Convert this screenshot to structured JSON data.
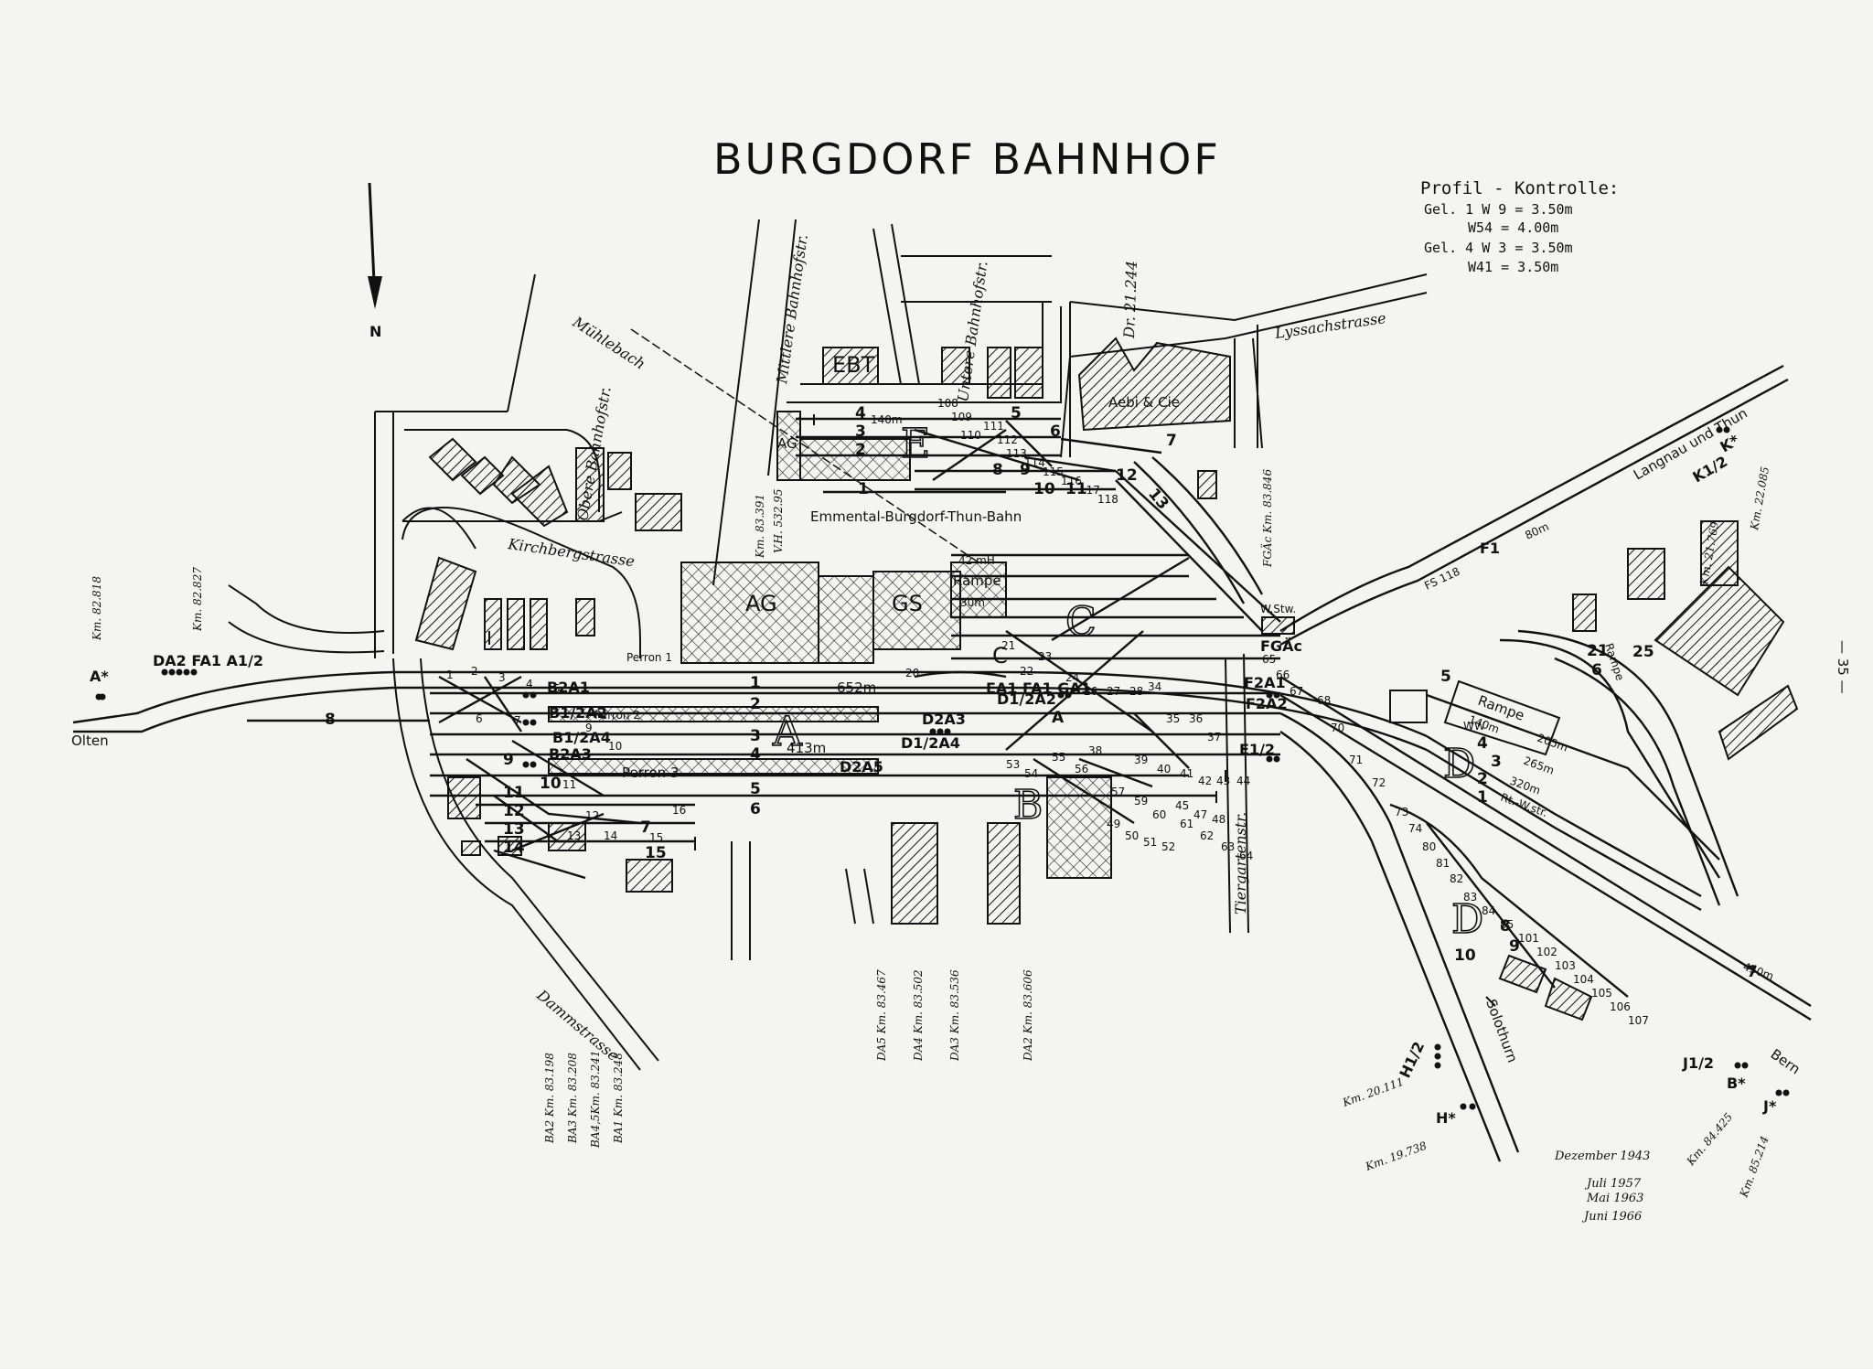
{
  "title": "BURGDORF BAHNHOF",
  "north_label": "N",
  "profile": {
    "heading": "Profil - Kontrolle:",
    "lines": [
      "Gel. 1 W 9 = 3.50m",
      "W54 = 4.00m",
      "Gel. 4 W 3 = 3.50m",
      "W41 = 3.50m"
    ]
  },
  "streets": {
    "kirchberg": "Kirchbergstrasse",
    "obere_bahnhof": "Obere Bahnhofstr.",
    "mittlere_bahnhof": "Mittlere Bahnhofstr.",
    "untere_bahnhof": "Untere Bahnhofstr.",
    "muehlebach": "Mühlebach",
    "lyssach": "Lyssachstrasse",
    "damm": "Dammstrasse",
    "tiergarten": "Tiergartenstr.",
    "gewerbe": "Dr. 21.244"
  },
  "directions": {
    "olten": "Olten",
    "langnau": "Langnau und Thun",
    "bern": "Bern",
    "solothurn": "Solothurn"
  },
  "buildings": {
    "ebt": "EBT",
    "ag_small": "AG",
    "ag_main": "AG",
    "gs": "GS",
    "rampe_top": "Rampe",
    "aebi": "Aebi & Cie",
    "rampe_right": "Rampe",
    "rampe_far": "Rampe",
    "wstw": "W.Stw.",
    "ww": "WW"
  },
  "labels": {
    "ebt_line": "Emmental-Burgdorf-Thun-Bahn",
    "perron1": "Perron 1",
    "perron2": "Perron 2",
    "perron3": "Perron 3",
    "len_652": "652m",
    "len_413": "413m",
    "len_140": "140m",
    "len_80": "80m",
    "len_42": "42 mH",
    "len_30": "30m",
    "len_205": "205m",
    "len_265": "265m",
    "len_320": "320m",
    "len_450": "450m",
    "len_140b": "140m",
    "wasser": "Rt.-W.str.",
    "fgac": "FGÄc",
    "fs118": "FS 118"
  },
  "zones": {
    "A": "A",
    "B": "B",
    "C": "C",
    "D": "D",
    "E": "E",
    "D2": "D"
  },
  "signals": {
    "a_star": "A*",
    "da": "DA2 FA1 A1/2",
    "b_a1": "B2A1",
    "b_a2": "B1/2A2",
    "b_a3": "B2A3",
    "b_a4": "B1/2A4",
    "ea": "EA1 FA1 GA1",
    "d12a2": "D1/2A2",
    "da3": "D2A3",
    "d12a4": "D1/2A4",
    "da5": "D2A5",
    "e12": "E1/2",
    "fa1": "F2A1",
    "fa2": "F2A2",
    "f1": "F1",
    "k12": "K1/2",
    "k_star": "K*",
    "h12": "H1/2",
    "h_star": "H*",
    "j12": "J1/2",
    "b_star": "B*",
    "j_star": "J*"
  },
  "kilometres": {
    "left1": "Km. 82.818",
    "left2": "Km. 82.827",
    "mid1": "Km. 83.391",
    "mid2": "V.H. 532.95",
    "bot1": "BA2 Km. 83.198",
    "bot2": "BA3 Km. 83.208",
    "bot3": "BA4,5Km. 83.241",
    "bot4": "BA1 Km. 83.248",
    "d5": "DA5 Km. 83.467",
    "d4": "DA4 Km. 83.502",
    "d3": "DA3 Km. 83.536",
    "d2": "DA2 Km. 83.606",
    "fgac": "FGÄc Km. 83.846",
    "rt1": "Km. 21.769",
    "rt2": "Km. 22.085",
    "sol1": "Km. 20.111",
    "sol2": "Km. 19.738",
    "bern1": "Km. 84.425",
    "bern2": "Km. 85.214"
  },
  "dates": [
    "Dezember 1943",
    "Juli 1957",
    "Mai 1963",
    "Juni 1966"
  ],
  "tracks_main": [
    "1",
    "2",
    "3",
    "4",
    "5",
    "6"
  ],
  "tracks_left": [
    "9",
    "10",
    "11",
    "12",
    "13",
    "14",
    "15",
    "7",
    "8"
  ],
  "tracks_ebt": [
    "4",
    "3",
    "2",
    "8",
    "9",
    "10",
    "11",
    "5",
    "6",
    "7",
    "1",
    "12",
    "13"
  ],
  "tracks_right": [
    "1",
    "2",
    "3",
    "4",
    "5",
    "6",
    "7",
    "8",
    "9",
    "10",
    "21",
    "25"
  ],
  "switches": [
    "1",
    "2",
    "3",
    "4",
    "5",
    "6",
    "7",
    "9",
    "10",
    "11",
    "12",
    "13",
    "14",
    "15",
    "16",
    "20",
    "21",
    "22",
    "23",
    "24",
    "26",
    "27",
    "28",
    "34",
    "35",
    "36",
    "37",
    "38",
    "39",
    "40",
    "41",
    "42",
    "43",
    "44",
    "45",
    "47",
    "48",
    "49",
    "50",
    "51",
    "52",
    "53",
    "54",
    "55",
    "56",
    "57",
    "59",
    "60",
    "61",
    "62",
    "63",
    "64",
    "65",
    "66",
    "67",
    "68",
    "70",
    "71",
    "72",
    "73",
    "74",
    "80",
    "81",
    "82",
    "83",
    "84",
    "85",
    "101",
    "102",
    "103",
    "104",
    "105",
    "106",
    "107",
    "108",
    "109",
    "110",
    "111",
    "112",
    "113",
    "114",
    "115",
    "116",
    "117",
    "118"
  ],
  "page_number": "— 35 —"
}
